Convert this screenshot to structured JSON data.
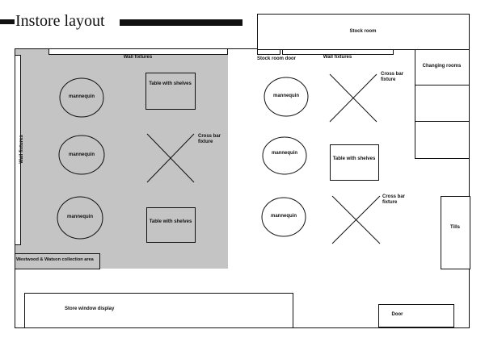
{
  "title": "Instore layout",
  "colors": {
    "shaded_area": "#c4c4c4",
    "line": "#111111",
    "background": "#ffffff"
  },
  "areas": {
    "stock_room": "Stock room",
    "stock_room_door": "Stock room door",
    "changing_rooms": "Changing rooms",
    "tills": "Tills",
    "store_window": "Store window display",
    "door": "Door",
    "collection_area": "Westwood & Watson collection area"
  },
  "fixtures": {
    "wall_fixtures": "Wall fixtures",
    "wall_fixtures_vertical": "Wall fixtures",
    "wall_fixtures_right": "Wall fixtures",
    "mannequin": "mannequin",
    "table_with_shelves": "Table with shelves",
    "cross_bar_fixture": "Cross bar fixture"
  }
}
